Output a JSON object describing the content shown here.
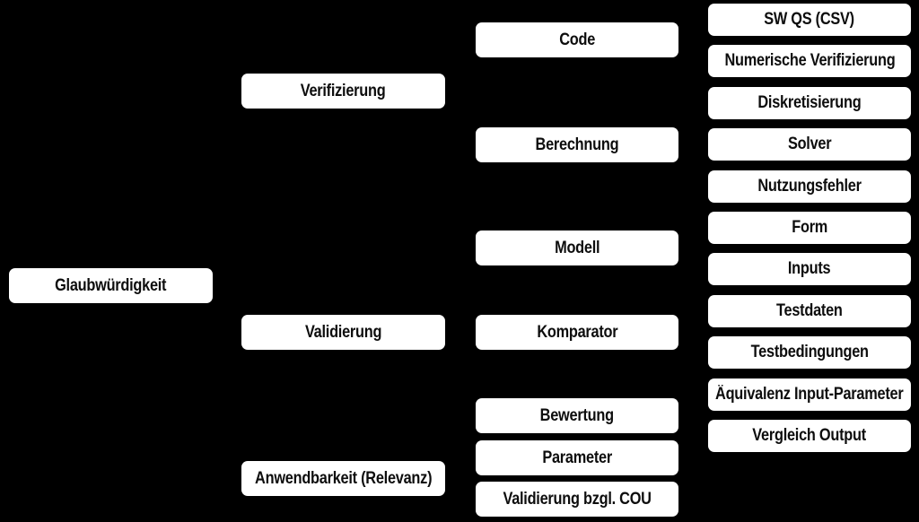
{
  "diagram": {
    "title": "Glaubwürdigkeit tree diagram",
    "colors": {
      "background": "#000000",
      "box_fill": "#ffffff",
      "box_text": "#0d0d0d"
    },
    "root": "Glaubwürdigkeit",
    "level2": [
      "Verifizierung",
      "Validierung",
      "Anwendbarkeit (Relevanz)"
    ],
    "level3": [
      "Code",
      "Berechnung",
      "Modell",
      "Komparator",
      "Bewertung",
      "Parameter",
      "Validierung bzgl. COU"
    ],
    "level4": [
      "SW QS (CSV)",
      "Numerische Verifizierung",
      "Diskretisierung",
      "Solver",
      "Nutzungsfehler",
      "Form",
      "Inputs",
      "Testdaten",
      "Testbedingungen",
      "Äquivalenz Input-Parameter",
      "Vergleich Output"
    ]
  }
}
